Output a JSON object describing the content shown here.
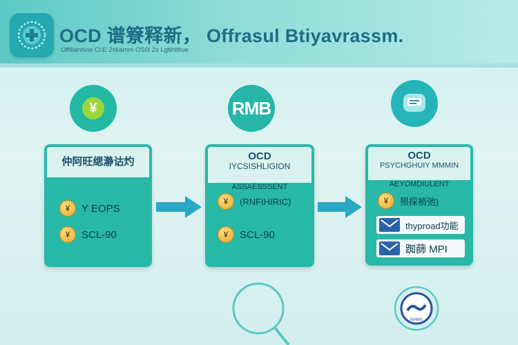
{
  "header": {
    "title": "OCD 谱簝释新， Offrasul Btiyavrassm.",
    "subtitle": "Offiliansvio Cl:E 2skamm OS0l 2s Lgtihlltiue"
  },
  "center_icon_text": "RMB",
  "cards": [
    {
      "title_line1": "仲阿旺缌瀞诂灼",
      "rows": [
        {
          "coin": "¥",
          "label": "Y EOPS"
        },
        {
          "coin": "¥",
          "label": "SCL-90"
        }
      ]
    },
    {
      "title_line1": "OCD",
      "title_line2": "IYCSISHLIGION",
      "title_line3": "ASSAESSSENT",
      "rows": [
        {
          "coin": "¥",
          "label": "(RNFIHIRIC)"
        },
        {
          "coin": "¥",
          "label": "SCL-90"
        }
      ]
    },
    {
      "title_line1": "OCD",
      "title_line2": "PSYCHGHUIY MMMIN",
      "title_line3": "AEYOMDIULENT",
      "rows": [
        {
          "coin": "¥",
          "label": "殒探梢弛)"
        }
      ],
      "white_rows": [
        {
          "label": "thyproad功能"
        },
        {
          "label": "踟蒒 MPI"
        }
      ]
    }
  ],
  "badge_text": "NHMS",
  "colors": {
    "teal": "#28b8a8",
    "header": "#5cc9c6",
    "coin": "#e6a727",
    "mail": "#2a64a8"
  }
}
